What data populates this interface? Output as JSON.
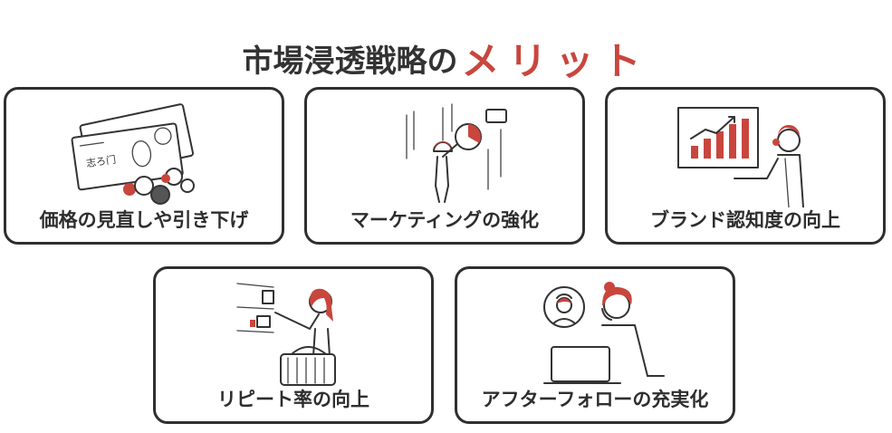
{
  "title": {
    "main": "市場浸透戦略の",
    "accent": "メリット"
  },
  "colors": {
    "accent": "#c9463d",
    "border": "#2f2f2f",
    "text": "#2e2e2e"
  },
  "cards": [
    {
      "label": "価格の見直しや引き下げ",
      "icon": "banknotes-coins-icon"
    },
    {
      "label": "マーケティングの強化",
      "icon": "analyst-charts-icon"
    },
    {
      "label": "ブランド認知度の向上",
      "icon": "presenter-bar-chart-icon"
    },
    {
      "label": "リピート率の向上",
      "icon": "shopper-basket-icon"
    },
    {
      "label": "アフターフォローの充実化",
      "icon": "support-laptop-icon"
    }
  ]
}
